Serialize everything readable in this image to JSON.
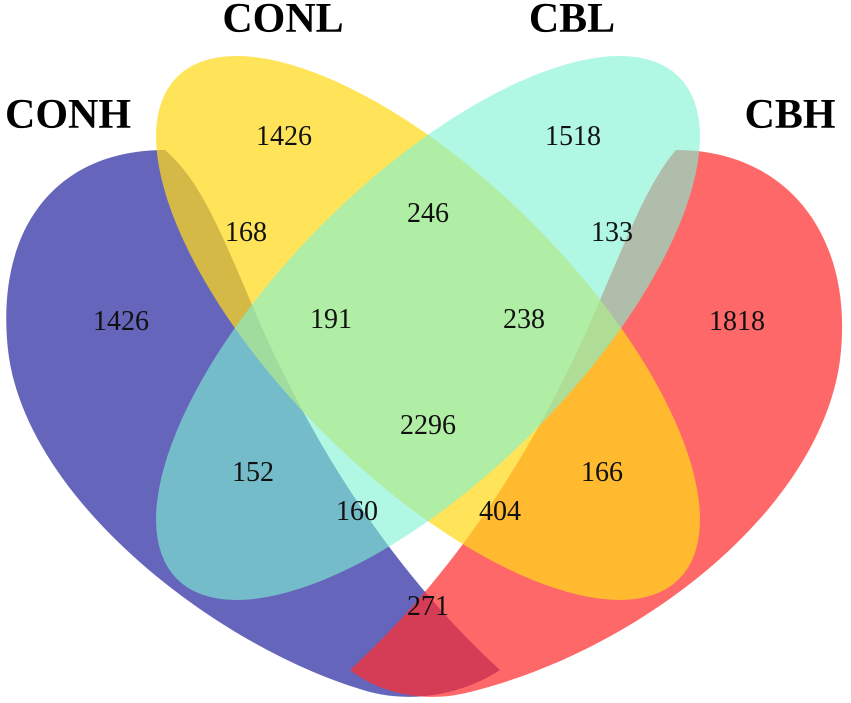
{
  "sets": [
    {
      "key": "CONH",
      "label": "CONH",
      "color": "#3a3aa8"
    },
    {
      "key": "CONL",
      "label": "CONL",
      "color": "#ffd91a"
    },
    {
      "key": "CBL",
      "label": "CBL",
      "color": "#7ff2d4"
    },
    {
      "key": "CBH",
      "label": "CBH",
      "color": "#ff2e2e"
    }
  ],
  "regions": [
    {
      "id": "conl-only",
      "value": "1426"
    },
    {
      "id": "cbl-only",
      "value": "1518"
    },
    {
      "id": "conh-only",
      "value": "1426"
    },
    {
      "id": "cbh-only",
      "value": "1818"
    },
    {
      "id": "conh-conl",
      "value": "168"
    },
    {
      "id": "conl-cbl",
      "value": "246"
    },
    {
      "id": "cbl-cbh",
      "value": "133"
    },
    {
      "id": "conh-conl-cbl",
      "value": "191"
    },
    {
      "id": "conl-cbl-cbh",
      "value": "238"
    },
    {
      "id": "all-four",
      "value": "2296"
    },
    {
      "id": "conh-cbl",
      "value": "152"
    },
    {
      "id": "conl-cbh",
      "value": "166"
    },
    {
      "id": "conh-cbl-cbh",
      "value": "160"
    },
    {
      "id": "conh-conl-cbh",
      "value": "404"
    },
    {
      "id": "conh-cbh",
      "value": "271"
    }
  ]
}
